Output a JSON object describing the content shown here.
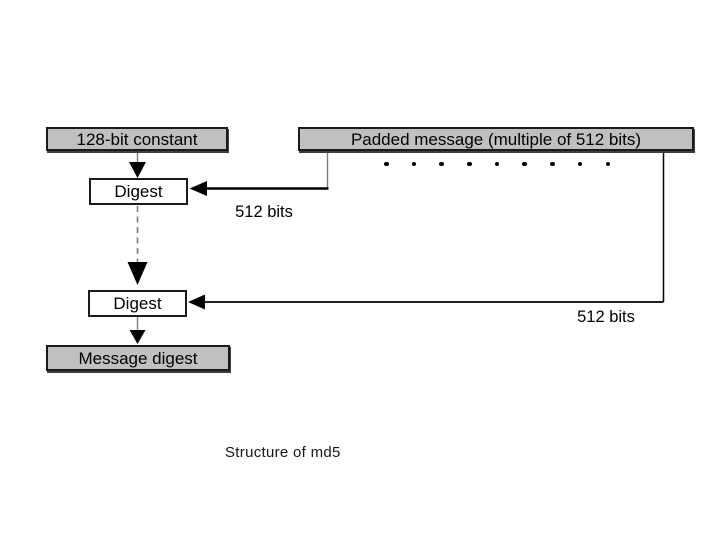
{
  "diagram": {
    "boxes": {
      "constant": {
        "label": "128-bit constant"
      },
      "padded_message": {
        "label": "Padded message (multiple of 512 bits)"
      },
      "digest1": {
        "label": "Digest"
      },
      "digest2": {
        "label": "Digest"
      },
      "message_digest": {
        "label": "Message digest"
      }
    },
    "labels": {
      "bits1": "512 bits",
      "bits2": "512 bits"
    },
    "caption": "Structure of md5",
    "dots_count": 9,
    "colors": {
      "box_fill": "#c0c0c0",
      "box_border": "#1b1b1b",
      "digest_fill": "#ffffff",
      "line": "#000000",
      "connector": "#7d7d7d"
    }
  }
}
